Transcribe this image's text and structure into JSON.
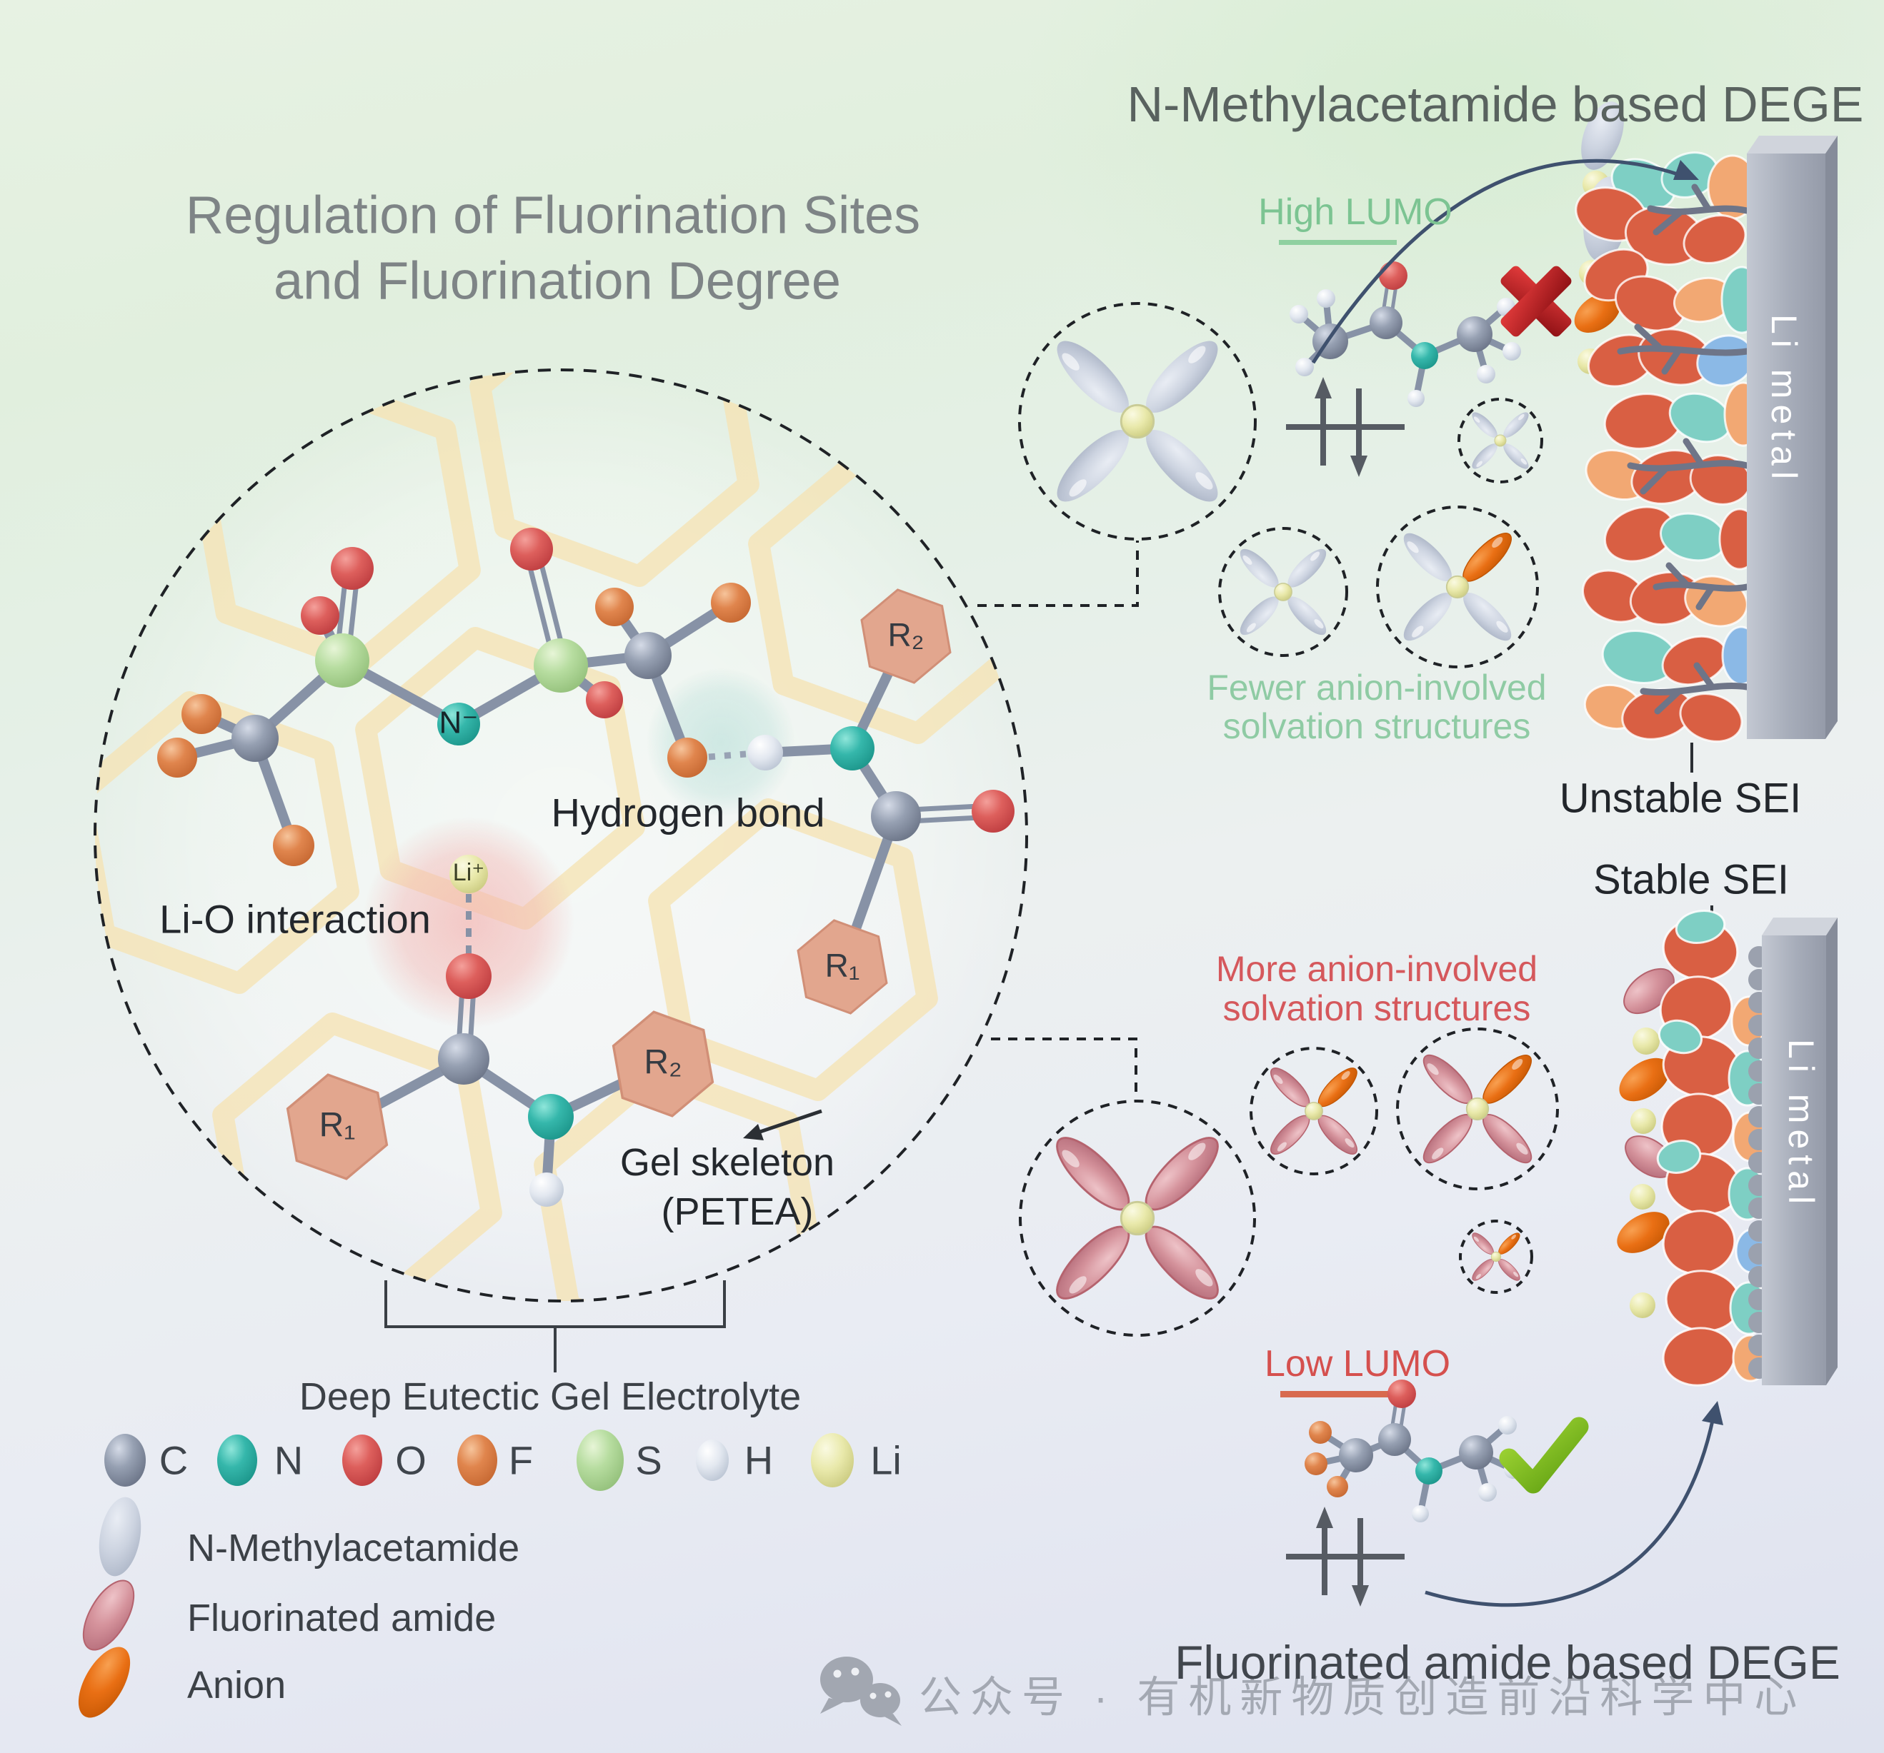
{
  "title": {
    "line1": "Regulation of Fluorination Sites",
    "line2": "and Fluorination Degree"
  },
  "left_panel": {
    "n_anion": "N⁻",
    "li_ion": "Li⁺",
    "hydrogen_bond": "Hydrogen bond",
    "li_o_interaction": "Li-O interaction",
    "r1": "R₁",
    "r2": "R₂",
    "gel_skeleton_line1": "Gel skeleton",
    "gel_skeleton_line2": "(PETEA)",
    "electrolyte_label": "Deep Eutectic Gel Electrolyte"
  },
  "legend": {
    "atoms": [
      {
        "symbol": "C",
        "color": "#7d8699"
      },
      {
        "symbol": "N",
        "color": "#2ab3a6"
      },
      {
        "symbol": "O",
        "color": "#d84f4f"
      },
      {
        "symbol": "F",
        "color": "#dd8147"
      },
      {
        "symbol": "S",
        "color": "#b8dba2"
      },
      {
        "symbol": "H",
        "color": "#e8ecf2"
      },
      {
        "symbol": "Li",
        "color": "#e9e9ac"
      }
    ],
    "species": [
      {
        "label": "N-Methylacetamide",
        "color": "#d3d8e3"
      },
      {
        "label": "Fluorinated amide",
        "color": "#d5939c"
      },
      {
        "label": "Anion",
        "color": "#e96f14"
      }
    ]
  },
  "top_right": {
    "heading": "N-Methylacetamide based DEGE",
    "lumo": "High LUMO",
    "lumo_color": "#7cc492",
    "caption_line1": "Fewer anion-involved",
    "caption_line2": "solvation structures",
    "sei": "Unstable SEI",
    "li_metal": "Li metal"
  },
  "bottom_right": {
    "heading": "Fluorinated amide based DEGE",
    "lumo": "Low LUMO",
    "lumo_color": "#d5504e",
    "caption_line1": "More anion-involved",
    "caption_line2": "solvation structures",
    "sei": "Stable SEI",
    "li_metal": "Li metal"
  },
  "watermark": {
    "text": "公众号 · 有机新物质创造前沿科学中心"
  }
}
